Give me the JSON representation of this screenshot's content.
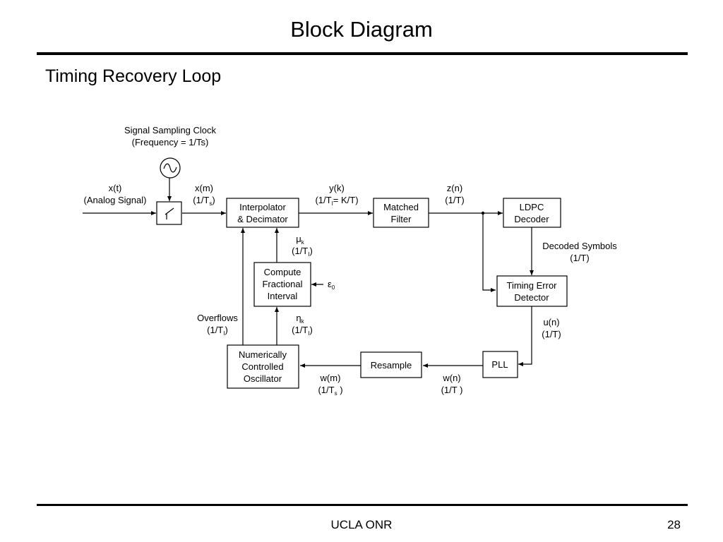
{
  "slide": {
    "title": "Block Diagram",
    "subtitle": "Timing Recovery Loop",
    "footer": "UCLA ONR",
    "page_number": "28"
  },
  "diagram": {
    "clock_label": [
      "Signal Sampling Clock",
      "(Frequency = 1/Ts)"
    ],
    "blocks": {
      "interpolator": [
        "Interpolator",
        "& Decimator"
      ],
      "matched_filter": [
        "Matched",
        "Filter"
      ],
      "ldpc": [
        "LDPC",
        "Decoder"
      ],
      "compute": [
        "Compute",
        "Fractional",
        "Interval"
      ],
      "ted": [
        "Timing Error",
        "Detector"
      ],
      "nco": [
        "Numerically",
        "Controlled",
        "Oscillator"
      ],
      "resample": "Resample",
      "pll": "PLL"
    },
    "signals": {
      "xt": [
        "x(t)",
        "(Analog Signal)"
      ],
      "xm": [
        "x(m)",
        "(1/T",
        "s",
        ")"
      ],
      "yk": [
        "y(k)",
        "(1/T",
        "I",
        "= K/T)"
      ],
      "zn": [
        "z(n)",
        "(1/T)"
      ],
      "decoded": [
        "Decoded Symbols",
        "(1/T)"
      ],
      "mu": [
        "μ",
        "k",
        "(1/T",
        "I",
        ")"
      ],
      "eps": [
        "ε",
        "0"
      ],
      "eta": [
        "η",
        "k",
        "(1/T",
        "I",
        ")"
      ],
      "overflows": [
        "Overflows",
        "(1/T",
        "I",
        ")"
      ],
      "un": [
        "u(n)",
        "(1/T)"
      ],
      "wm": [
        "w(m)",
        "(1/T",
        "s",
        " )"
      ],
      "wn": [
        "w(n)",
        "(1/T )"
      ]
    }
  }
}
